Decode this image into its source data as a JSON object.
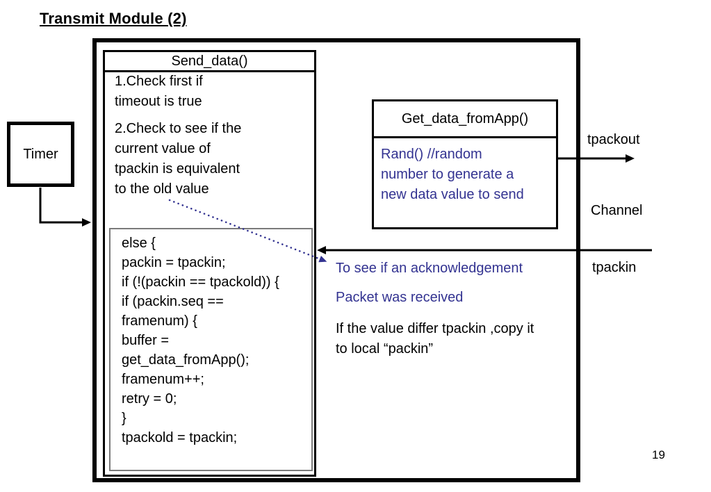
{
  "title": "Transmit Module (2)",
  "page_number": "19",
  "colors": {
    "accent_blue": "#333391",
    "line_black": "#000000",
    "code_box_border": "#7a7a7a"
  },
  "timer": {
    "label": "Timer"
  },
  "send_data": {
    "header": "Send_data()",
    "note1": "1.Check first if\ntimeout is true",
    "note2": "2.Check to see if the\ncurrent value of\ntpackin is equivalent\nto the old value",
    "code": [
      "else {",
      "packin = tpackin;",
      "if (!(packin == tpackold)) {",
      "if (packin.seq ==",
      "framenum) {",
      "buffer =",
      "get_data_fromApp();",
      "framenum++;",
      "retry = 0;",
      "}",
      "tpackold = tpackin;"
    ]
  },
  "get_data": {
    "header": "Get_data_fromApp()",
    "body": "Rand() //random\nnumber to generate a\nnew data value to send"
  },
  "labels": {
    "tpackout": "tpackout",
    "channel": "Channel",
    "tpackin": "tpackin"
  },
  "annotations": {
    "ack_line1": "To see if an acknowledgement",
    "ack_line2": "Packet was received",
    "value_differ": "If the value differ tpackin ,copy it\nto local “packin”"
  }
}
